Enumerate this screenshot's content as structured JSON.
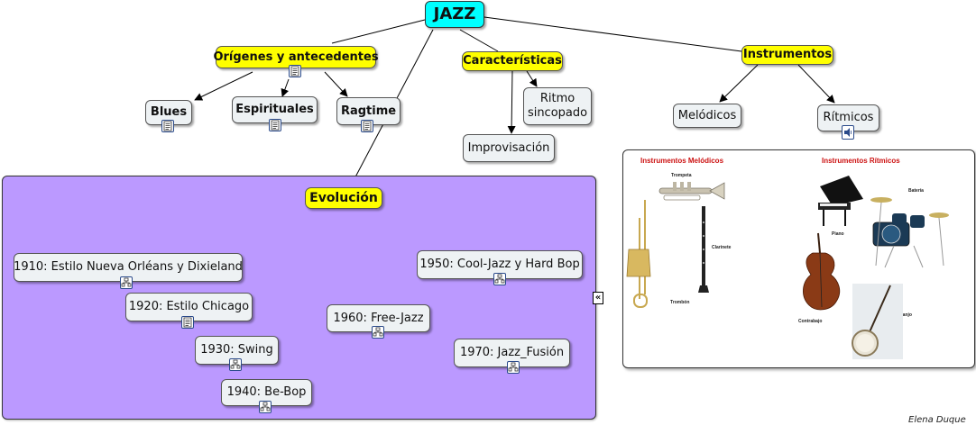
{
  "root": {
    "label": "JAZZ"
  },
  "branches": {
    "origenes": "Orígenes y antecedentes",
    "caracteristicas": "Características",
    "instrumentos": "Instrumentos",
    "evolucion": "Evolución"
  },
  "origenes_items": {
    "blues": "Blues",
    "espirituales": "Espirituales",
    "ragtime": "Ragtime"
  },
  "caracteristicas_items": {
    "ritmo": "Ritmo sincopado",
    "improvisacion": "Improvisación"
  },
  "instrumentos_items": {
    "melodicos": "Melódicos",
    "ritmicos": "Rítmicos"
  },
  "evolucion_items": {
    "e1910": "1910: Estilo Nueva Orléans y Dixieland",
    "e1920": "1920: Estilo Chicago",
    "e1930": "1930: Swing",
    "e1940": "1940: Be-Bop",
    "e1950": "1950: Cool-Jazz y Hard Bop",
    "e1960": "1960: Free-Jazz",
    "e1970": "1970: Jazz_Fusión"
  },
  "image_panel": {
    "title_melodicos": "Instrumentos Melódicos",
    "title_ritmicos": "Instrumentos Rítmicos",
    "labels": {
      "trompeta": "Trompeta",
      "clarinete": "Clarinete",
      "trombon": "Trombón",
      "piano": "Piano",
      "bateria": "Batería",
      "contrabajo": "Contrabajo",
      "banjo": "Banjo"
    }
  },
  "collapse_button": "«",
  "author": "Elena Duque",
  "colors": {
    "root": "#00ffff",
    "branch": "#ffff00",
    "evolucion_panel": "#bb99ff",
    "node": "#eef2f4"
  },
  "icons": {
    "document": "document-icon",
    "concept_map": "concept-map-icon",
    "audio": "audio-icon"
  }
}
